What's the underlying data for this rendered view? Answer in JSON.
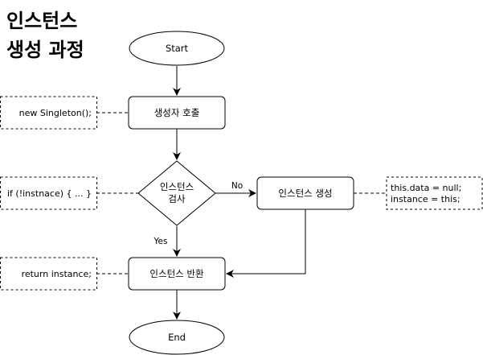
{
  "title": {
    "line1": "인스턴스",
    "line2": "생성 과정"
  },
  "nodes": {
    "start": "Start",
    "call_constructor": "생성자 호출",
    "check_instance_line1": "인스턴스",
    "check_instance_line2": "검사",
    "create_instance": "인스턴스 생성",
    "return_instance": "인스턴스 반환",
    "end": "End"
  },
  "notes": {
    "new_singleton": "new Singleton();",
    "if_check": "if (!instnace) { ... }",
    "assign_line1": "this.data = null;",
    "assign_line2": "instance = this;",
    "return_stmt": "return instance;"
  },
  "edges": {
    "no_label": "No",
    "yes_label": "Yes"
  },
  "colors": {
    "stroke": "#000000",
    "note_stroke": "#000000",
    "fill": "#ffffff"
  }
}
